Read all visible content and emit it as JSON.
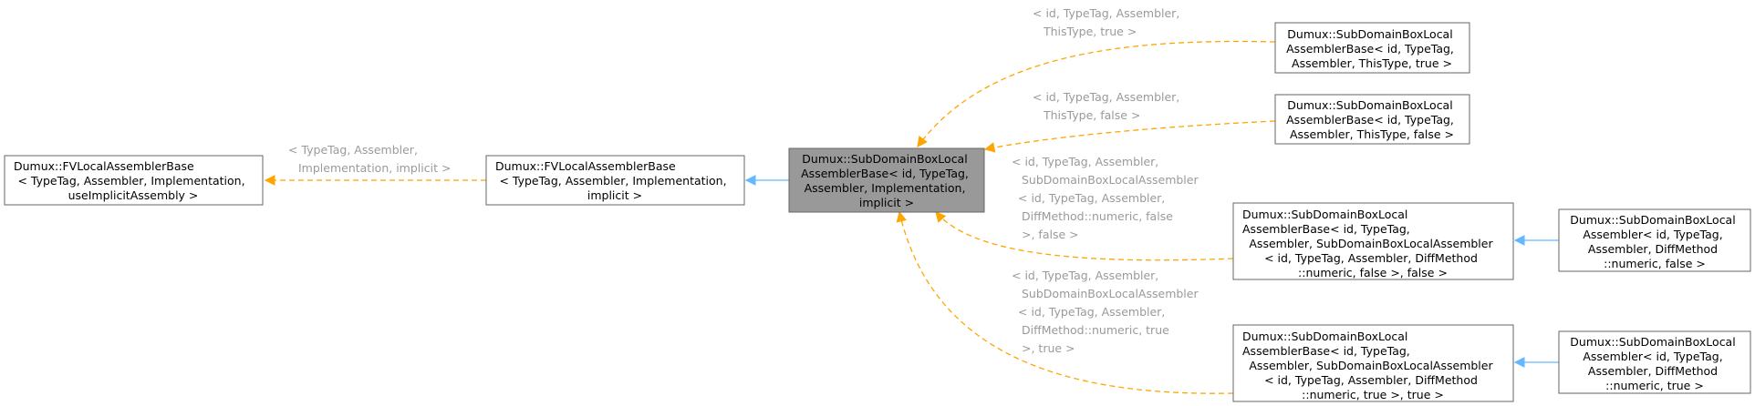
{
  "colors": {
    "inheritance_edge": "#63b8ff",
    "template_edge": "#ffa500",
    "focus_fill": "#999999",
    "node_border": "#666666",
    "edge_label_text": "#9a9a9a"
  },
  "nodes": {
    "fv_base_generic": {
      "lines": [
        "Dumux::FVLocalAssemblerBase",
        "< TypeTag, Assembler, Implementation,",
        "useImplicitAssembly >"
      ]
    },
    "fv_base_implicit": {
      "lines": [
        "Dumux::FVLocalAssemblerBase",
        "< TypeTag, Assembler, Implementation,",
        "implicit >"
      ]
    },
    "subdomain_base_focus": {
      "lines": [
        "Dumux::SubDomainBoxLocal",
        "AssemblerBase< id, TypeTag,",
        "Assembler, Implementation,",
        "implicit >"
      ]
    },
    "subdomain_base_thistype_true": {
      "lines": [
        "Dumux::SubDomainBoxLocal",
        "AssemblerBase< id, TypeTag,",
        "Assembler, ThisType, true >"
      ]
    },
    "subdomain_base_thistype_false": {
      "lines": [
        "Dumux::SubDomainBoxLocal",
        "AssemblerBase< id, TypeTag,",
        "Assembler, ThisType, false >"
      ]
    },
    "subdomain_base_numeric_false": {
      "lines": [
        "Dumux::SubDomainBoxLocal",
        "AssemblerBase< id, TypeTag,",
        "Assembler, SubDomainBoxLocalAssembler",
        "< id, TypeTag, Assembler, DiffMethod",
        "::numeric, false >, false >"
      ]
    },
    "subdomain_base_numeric_true": {
      "lines": [
        "Dumux::SubDomainBoxLocal",
        "AssemblerBase< id, TypeTag,",
        "Assembler, SubDomainBoxLocalAssembler",
        "< id, TypeTag, Assembler, DiffMethod",
        "::numeric, true >, true >"
      ]
    },
    "assembler_numeric_false": {
      "lines": [
        "Dumux::SubDomainBoxLocal",
        "Assembler< id, TypeTag,",
        "Assembler, DiffMethod",
        "::numeric, false >"
      ]
    },
    "assembler_numeric_true": {
      "lines": [
        "Dumux::SubDomainBoxLocal",
        "Assembler< id, TypeTag,",
        "Assembler, DiffMethod",
        "::numeric, true >"
      ]
    }
  },
  "edge_labels": {
    "generic_to_implicit": [
      "< TypeTag, Assembler,",
      "Implementation, implicit >"
    ],
    "to_thistype_true": [
      "< id, TypeTag, Assembler,",
      "ThisType, true >"
    ],
    "to_thistype_false": [
      "< id, TypeTag, Assembler,",
      "ThisType, false >"
    ],
    "to_numeric_false": [
      "< id, TypeTag, Assembler,",
      "SubDomainBoxLocalAssembler",
      "< id, TypeTag, Assembler,",
      "DiffMethod::numeric, false",
      ">, false >"
    ],
    "to_numeric_true": [
      "< id, TypeTag, Assembler,",
      "SubDomainBoxLocalAssembler",
      "< id, TypeTag, Assembler,",
      "DiffMethod::numeric, true",
      ">, true >"
    ]
  }
}
